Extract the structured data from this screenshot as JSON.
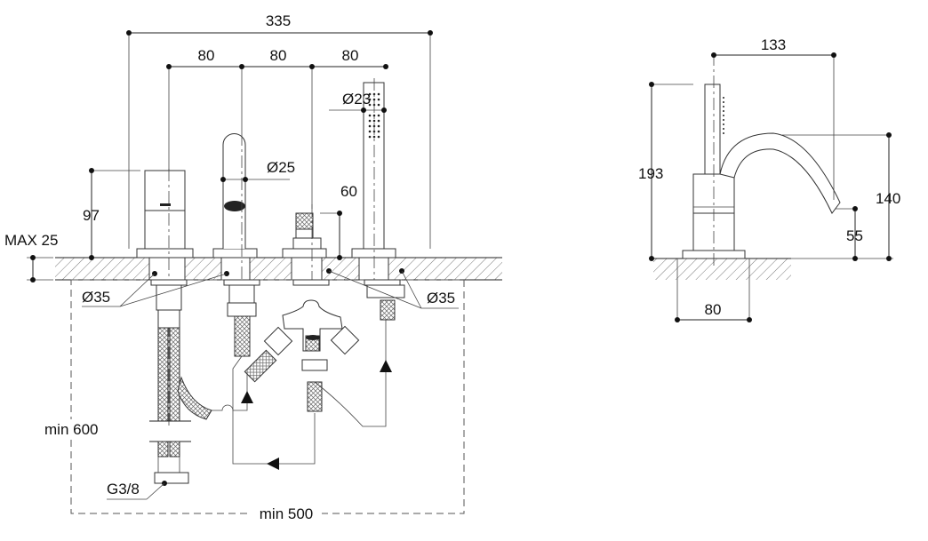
{
  "front_view": {
    "overall_width": "335",
    "spacing": [
      "80",
      "80",
      "80"
    ],
    "handshower_diameter": "Ø23",
    "spout_diameter": "Ø25",
    "diverter_height": "60",
    "mixer_height": "97",
    "deck_thickness": "MAX 25",
    "hole_diameter_left": "Ø35",
    "hole_diameter_right": "Ø35",
    "hose_length": "min 600",
    "connection": "G3/8",
    "under_deck_width": "min 500"
  },
  "side_view": {
    "spout_reach": "133",
    "total_height": "193",
    "spout_height": "140",
    "outlet_height": "55",
    "base_diameter": "80"
  }
}
